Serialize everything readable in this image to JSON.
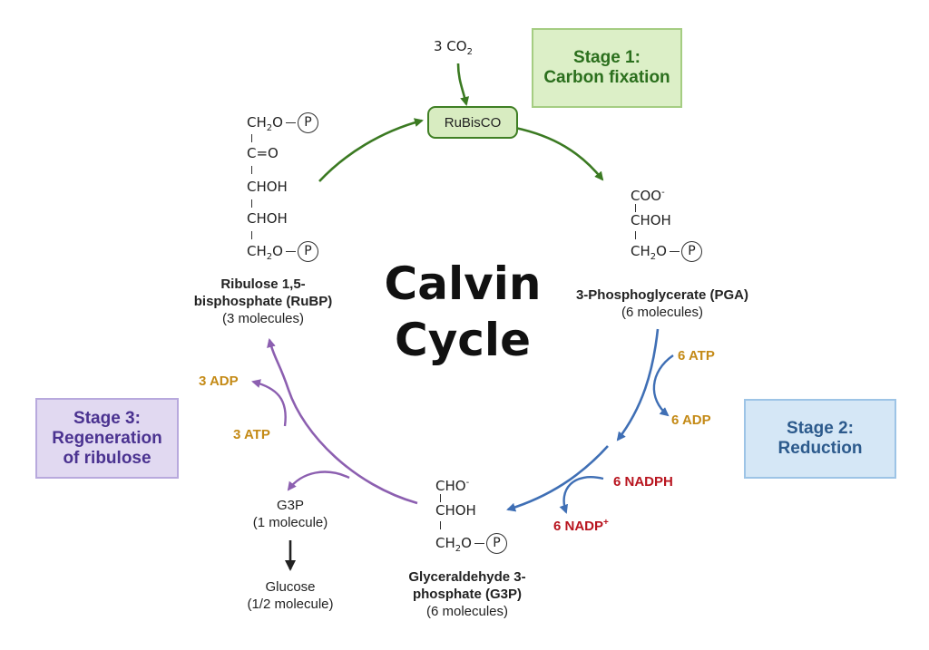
{
  "title": {
    "line1": "Calvin",
    "line2": "Cycle"
  },
  "stages": {
    "s1": {
      "line1": "Stage 1:",
      "line2": "Carbon fixation",
      "color": "#2b6f1d"
    },
    "s2": {
      "line1": "Stage 2:",
      "line2": "Reduction",
      "color": "#2c5a8c"
    },
    "s3": {
      "line1": "Stage 3:",
      "line2": "Regeneration",
      "line3": "of ribulose",
      "color": "#4a3290"
    }
  },
  "enzyme": "RuBisCO",
  "co2": {
    "coef": "3 CO",
    "sub": "2"
  },
  "rubp": {
    "struct": {
      "r1": "CH",
      "r1sub": "2",
      "r1b": "O",
      "p": "P",
      "r2": "C=O",
      "r3": "CHOH",
      "r4": "CHOH",
      "r5": "CH",
      "r5sub": "2",
      "r5b": "O"
    },
    "name1": "Ribulose 1,5-",
    "name2": "bisphosphate (RuBP)",
    "count": "(3 molecules)"
  },
  "pga": {
    "struct": {
      "r1": "COO",
      "r1sup": "-",
      "r2": "CHOH",
      "r3": "CH",
      "r3sub": "2",
      "r3b": "O",
      "p": "P"
    },
    "name": "3-Phosphoglycerate (PGA)",
    "count": "(6 molecules)"
  },
  "g3p": {
    "struct": {
      "r1": "CHO",
      "r1sup": "-",
      "r2": "CHOH",
      "r3": "CH",
      "r3sub": "2",
      "r3b": "O",
      "p": "P"
    },
    "name1": "Glyceraldehyde 3-",
    "name2": "phosphate (G3P)",
    "count": "(6 molecules)"
  },
  "energy": {
    "atp6": "6 ATP",
    "adp6": "6 ADP",
    "nadph": "6 NADPH",
    "nadp": "6 NADP",
    "nadp_sup": "+",
    "atp3": "3 ATP",
    "adp3": "3 ADP"
  },
  "output": {
    "g3p_name": "G3P",
    "g3p_count": "(1 molecule)",
    "glucose_name": "Glucose",
    "glucose_count": "(1/2 molecule)"
  },
  "colors": {
    "green": "#3b7a22",
    "blue": "#3f6fb5",
    "purple": "#8c5fb0",
    "gold": "#c48a16",
    "red": "#b8141e",
    "black": "#222222"
  }
}
